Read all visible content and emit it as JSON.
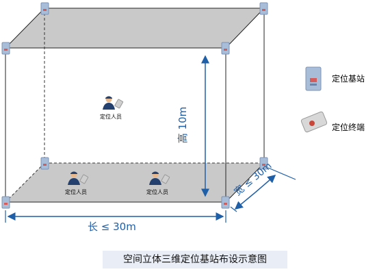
{
  "caption": "空间立体三维定位基站布设示意图",
  "legend": {
    "base_station": "定位基站",
    "terminal": "定位终端"
  },
  "personnel": [
    {
      "label": "定位人员"
    },
    {
      "label": "定位人员"
    },
    {
      "label": "定位人员"
    }
  ],
  "dimensions": {
    "height": "高 10m",
    "length": "长 ≤ 30m",
    "width": "宽 ≤ 30m"
  },
  "colors": {
    "dimension": "#1f5fa8",
    "plane": "#c9c9c9",
    "station": "#a8bdd8",
    "caption_bg": "#e9eef6"
  }
}
